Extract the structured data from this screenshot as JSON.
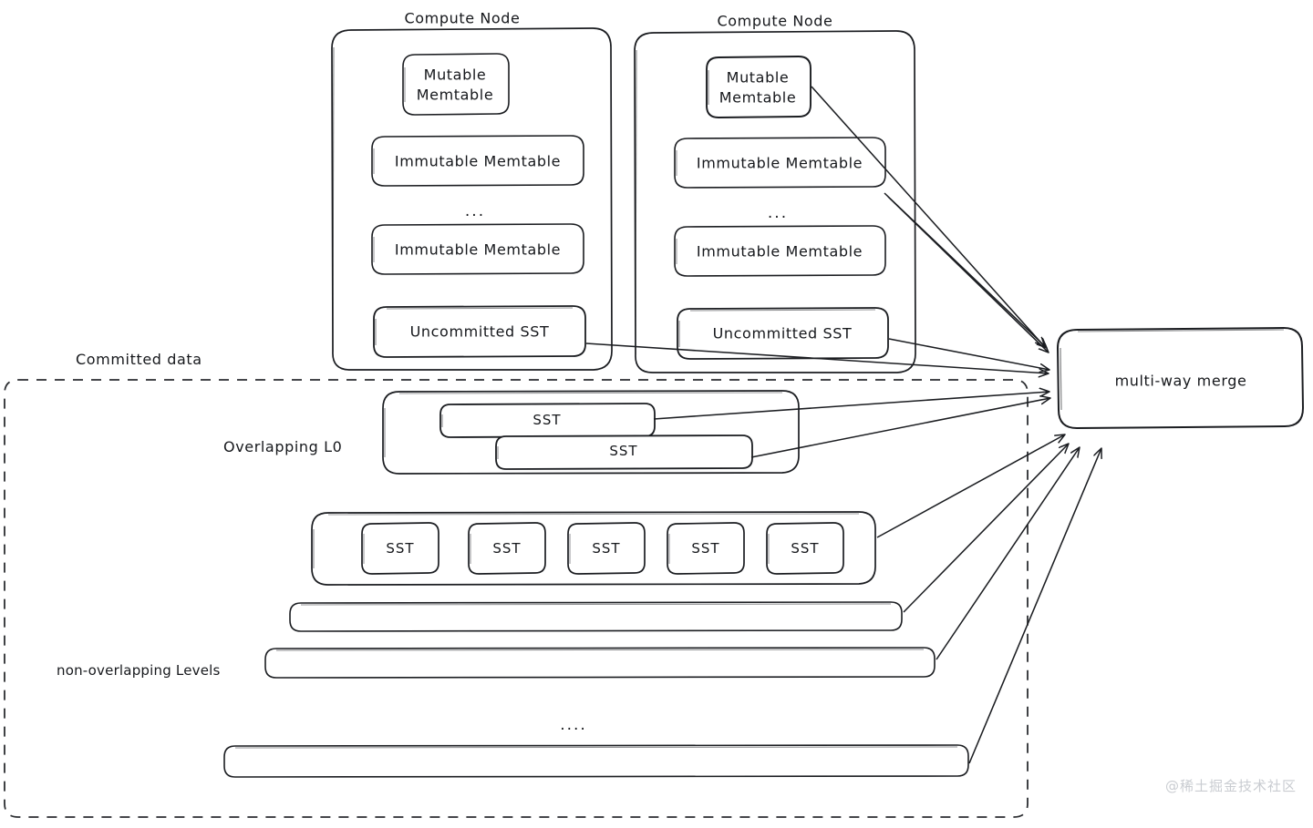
{
  "diagram": {
    "title_hidden": "LSM-tree read path: compute nodes and committed data merged",
    "watermark": "@稀土掘金技术社区",
    "ellipsis_3": "...",
    "ellipsis_4": "....",
    "stroke_color": "#1b1d21",
    "dashed_color": "#2b2d31",
    "background": "#ffffff"
  },
  "compute_nodes": [
    {
      "title": "Compute Node",
      "boxes": [
        {
          "label": "Mutable Memtable",
          "line1": "Mutable",
          "line2": "Memtable"
        },
        {
          "label": "Immutable Memtable"
        },
        {
          "label": "Immutable Memtable"
        },
        {
          "label": "Uncommitted SST"
        }
      ]
    },
    {
      "title": "Compute Node",
      "boxes": [
        {
          "label": "Mutable Memtable",
          "line1": "Mutable",
          "line2": "Memtable"
        },
        {
          "label": "Immutable Memtable"
        },
        {
          "label": "Immutable Memtable"
        },
        {
          "label": "Uncommitted SST"
        }
      ]
    }
  ],
  "committed": {
    "label": "Committed data",
    "overlapping_label": "Overlapping L0",
    "nonoverlapping_label": "non-overlapping Levels",
    "l0_ssts": [
      {
        "label": "SST"
      },
      {
        "label": "SST"
      }
    ],
    "level1_ssts": [
      {
        "label": "SST"
      },
      {
        "label": "SST"
      },
      {
        "label": "SST"
      },
      {
        "label": "SST"
      },
      {
        "label": "SST"
      }
    ],
    "level_bars": [
      {
        "label": ""
      },
      {
        "label": ""
      },
      {
        "label": ""
      }
    ]
  },
  "merge": {
    "label": "multi-way merge"
  }
}
